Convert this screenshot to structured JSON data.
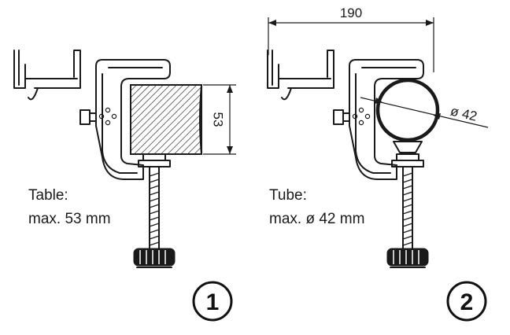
{
  "figures": [
    {
      "caption_line1": "Table:",
      "caption_line2": "max. 53 mm",
      "dimension_label": "53",
      "badge": "1"
    },
    {
      "caption_line1": "Tube:",
      "caption_line2": "max. ø 42 mm",
      "width_label": "190",
      "diameter_label": "ø 42",
      "badge": "2"
    }
  ],
  "colors": {
    "ink": "#1a1a1a",
    "background": "#ffffff"
  }
}
